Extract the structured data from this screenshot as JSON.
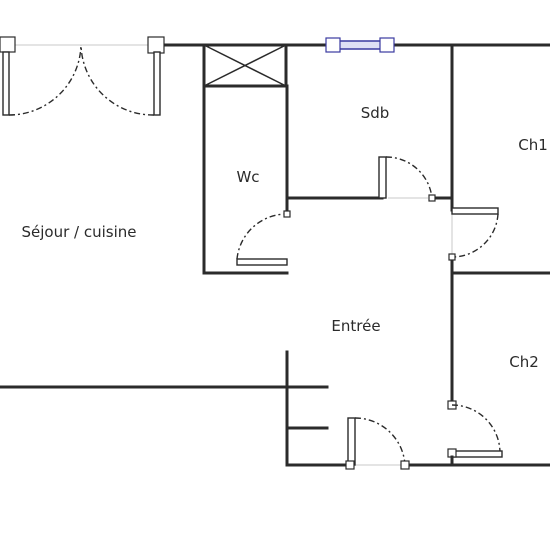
{
  "rooms": {
    "sejour": "Séjour / cuisine",
    "wc": "Wc",
    "sdb": "Sdb",
    "ch1": "Ch1",
    "entree": "Entrée",
    "ch2": "Ch2"
  },
  "colors": {
    "wall": "#2b2b2b",
    "window": "#3a3aa0",
    "background": "#ffffff"
  }
}
